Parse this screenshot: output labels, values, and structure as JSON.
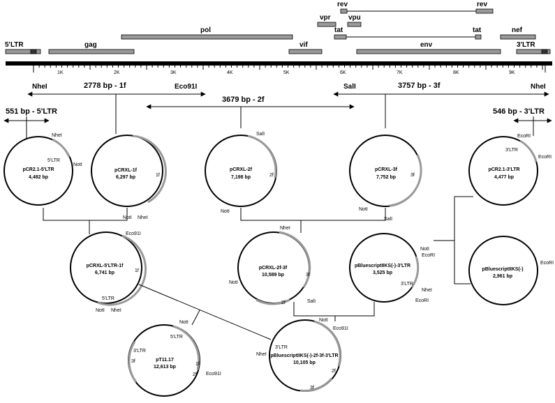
{
  "genes": {
    "ltr5": "5'LTR",
    "gag": "gag",
    "pol": "pol",
    "vif": "vif",
    "vpr": "vpr",
    "vpu": "vpu",
    "rev1": "rev",
    "rev2": "rev",
    "tat1": "tat",
    "tat2": "tat",
    "env": "env",
    "nef": "nef",
    "ltr3": "3'LTR"
  },
  "ruler_ticks": [
    "1K",
    "2K",
    "3K",
    "4K",
    "5K",
    "6K",
    "7K",
    "8K",
    "9K"
  ],
  "sites": {
    "nhe1": "NheI",
    "eco91": "Eco91I",
    "sal1": "SalI",
    "nhe2": "NheI"
  },
  "fragments": {
    "f1": "2778 bp - 1f",
    "f2": "3679 bp - 2f",
    "f3": "3757 bp - 3f",
    "ltr5": "551 bp - 5'LTR",
    "ltr3": "546 bp - 3'LTR"
  },
  "plasmids": {
    "p1": {
      "name": "pCR2.1-5'LTR",
      "size": "4,482 bp",
      "features": [
        "NheI",
        "5'LTR",
        "NotI"
      ]
    },
    "p2": {
      "name": "pCRXL-1f",
      "size": "6,297 bp",
      "features": [
        "1f",
        "NotI",
        "NheI"
      ]
    },
    "p3": {
      "name": "pCRXL-2f",
      "size": "7,198 bp",
      "features": [
        "SalI",
        "2f",
        "NotI"
      ]
    },
    "p4": {
      "name": "pCRXL-3f",
      "size": "7,752 bp",
      "features": [
        "3f",
        "NotI",
        "SalI"
      ]
    },
    "p5": {
      "name": "pCR2.1-3'LTR",
      "size": "4,477 bp",
      "features": [
        "EcoRI",
        "3'LTR",
        "EcoRI"
      ]
    },
    "p6": {
      "name": "pCRXL-5'LTR-1f",
      "size": "6,741 bp",
      "features": [
        "Eco91I",
        "1f",
        "5'LTR",
        "NotI",
        "NheI"
      ]
    },
    "p7": {
      "name": "pCRXL-2f-3f",
      "size": "10,589 bp",
      "features": [
        "NheI",
        "3f",
        "NotI",
        "2f",
        "SalI"
      ]
    },
    "p8": {
      "name": "pBluescriptIIKS(-)-3'LTR",
      "size": "3,525 bp",
      "features": [
        "NotI",
        "EcoRI",
        "3'LTR",
        "NheI",
        "EcoRI"
      ]
    },
    "p9": {
      "name": "pBluescriptIIKS(-)",
      "size": "2,961 bp",
      "features": [
        "EcoRI"
      ]
    },
    "p10": {
      "name": "pT11.17",
      "size": "12,613 bp",
      "features": [
        "NotI",
        "5'LTR",
        "3'LTR",
        "3f",
        "1f",
        "2f",
        "Eco91I"
      ]
    },
    "p11": {
      "name": "pBluescriptIIKS(-)-2f-3f-3'LTR",
      "size": "10,105 bp",
      "features": [
        "NotI",
        "Eco91I",
        "3'LTR",
        "NheI",
        "2f",
        "3f"
      ]
    }
  }
}
